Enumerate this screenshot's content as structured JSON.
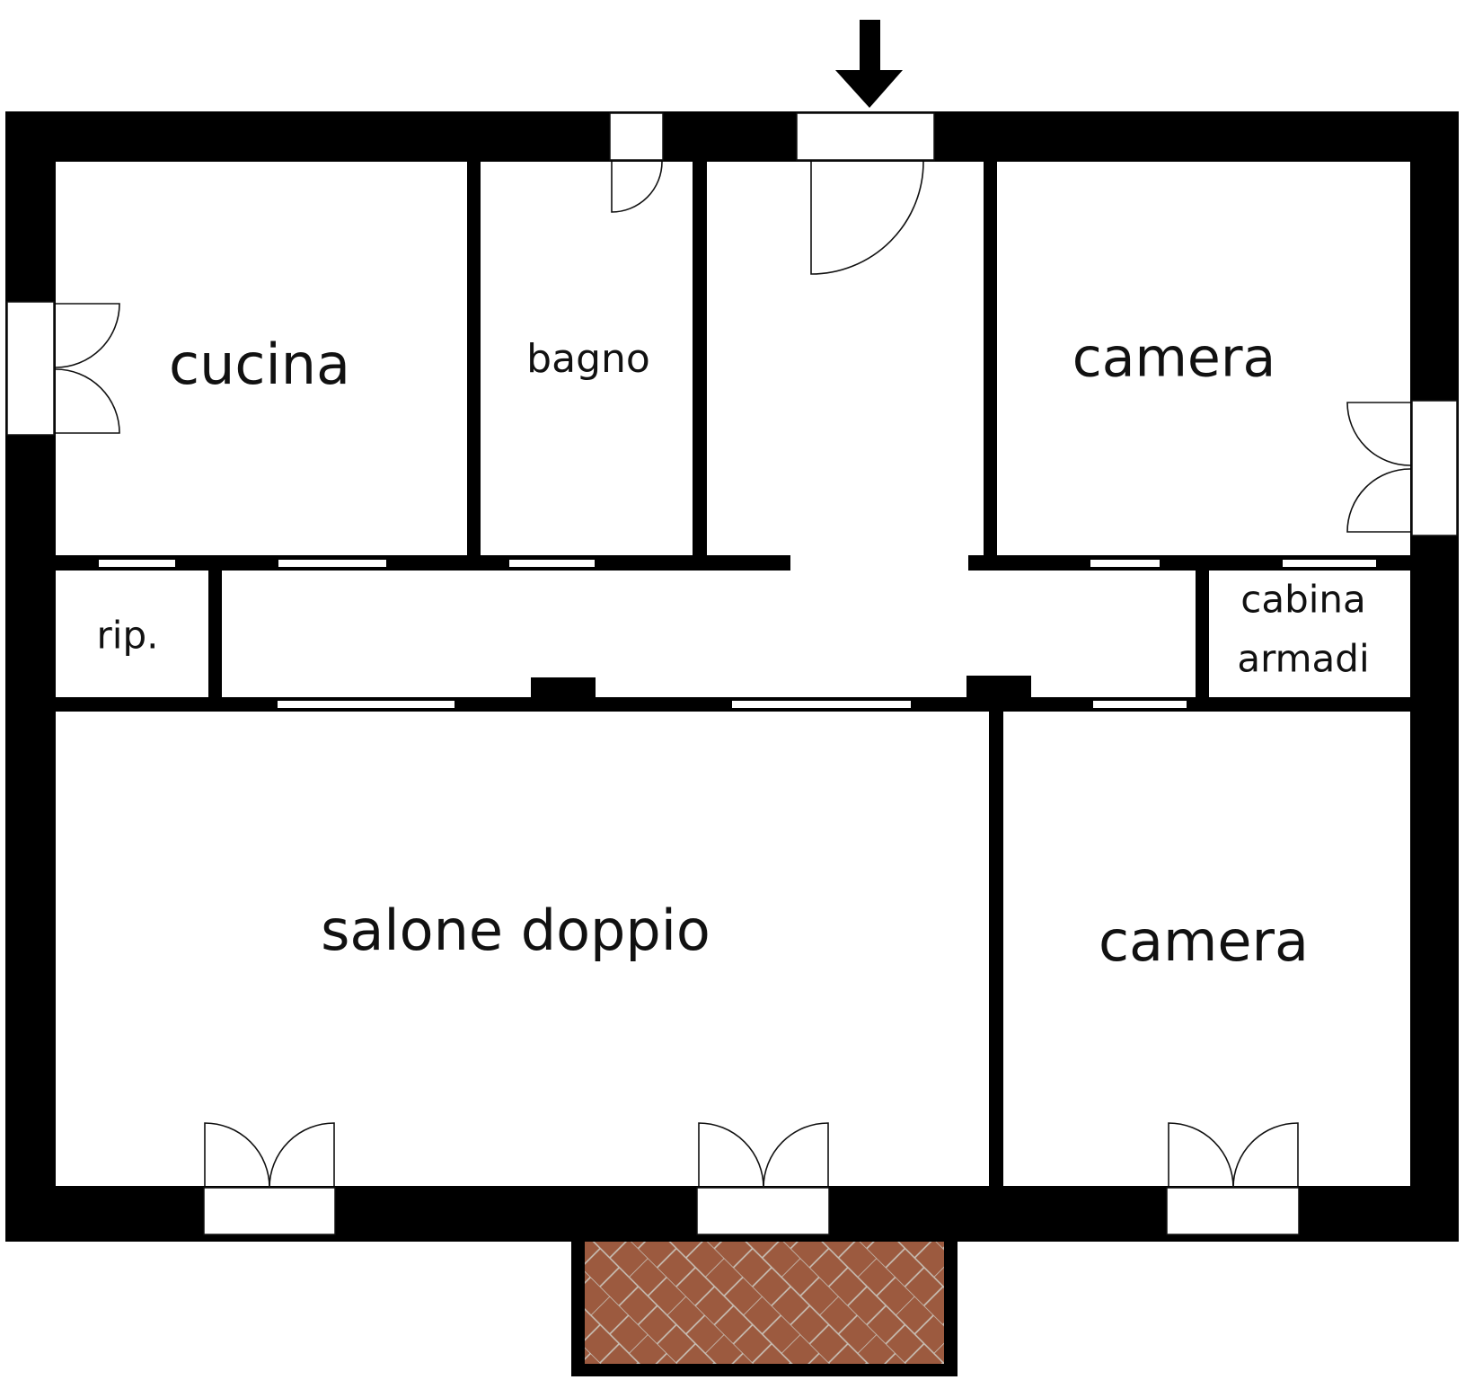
{
  "rooms": {
    "cucina": "cucina",
    "bagno": "bagno",
    "camera_top": "camera",
    "rip": "rip.",
    "cabina_line1": "cabina",
    "cabina_line2": "armadi",
    "salone": "salone doppio",
    "camera_bottom": "camera"
  },
  "icons": {
    "entrance": "arrow-down-icon",
    "doors": "door-swing-icon",
    "windows": "window-icon"
  },
  "colors": {
    "wall": "#000000",
    "floor": "#ffffff",
    "terrace": "#9c5a3f",
    "terrace_grout": "#c9c2b8"
  }
}
